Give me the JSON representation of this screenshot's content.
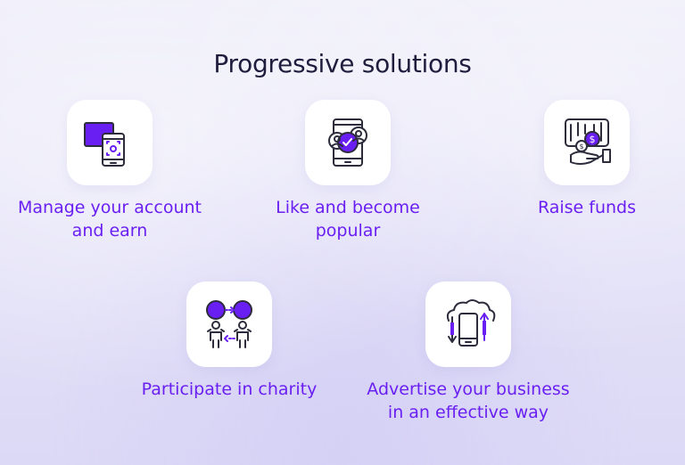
{
  "title": "Progressive solutions",
  "features": [
    {
      "icon": "phone-account-icon",
      "line1": "Manage your account",
      "line2": "and earn"
    },
    {
      "icon": "phone-likes-icon",
      "line1": "Like and become",
      "line2": "popular"
    },
    {
      "icon": "raise-funds-icon",
      "line1": "Raise funds",
      "line2": ""
    },
    {
      "icon": "charity-people-icon",
      "line1": "Participate in charity",
      "line2": ""
    },
    {
      "icon": "advertise-cloud-icon",
      "line1": "Advertise your business",
      "line2": "in an effective way"
    }
  ],
  "colors": {
    "accent": "#6a1ff2",
    "title": "#1f1d3d",
    "icon_stroke": "#2c2c3c"
  }
}
